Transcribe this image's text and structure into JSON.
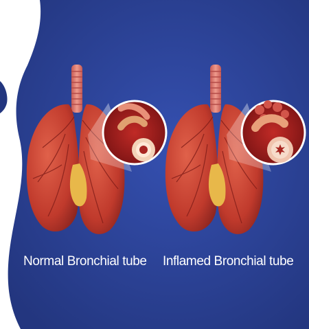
{
  "colors": {
    "background_blue": "#2a3f93",
    "lung_red": "#c2402f",
    "trachea_pink": "#d9736a",
    "heart_yellow": "#e8b84a",
    "caption_text": "#ffffff"
  },
  "panels": [
    {
      "caption": "Normal Bronchial tube",
      "condition": "normal"
    },
    {
      "caption": "Inflamed Bronchial tube",
      "condition": "inflamed"
    }
  ]
}
